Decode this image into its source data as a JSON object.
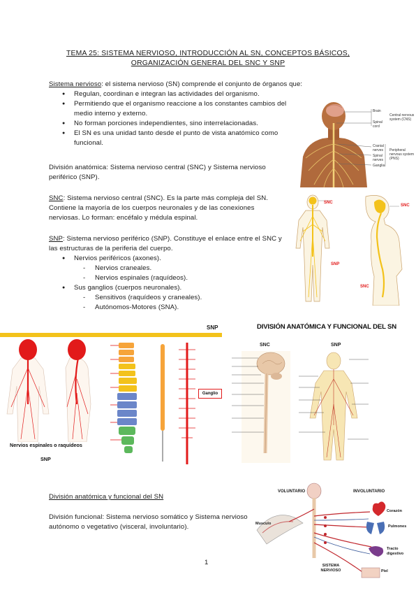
{
  "header": {
    "title_line1": "TEMA 25: SISTEMA NERVIOSO, INTRODUCCIÓN AL SN, CONCEPTOS BÁSICOS,",
    "title_line2": "ORGANIZACIÓN GENERAL DEL SNC Y SNP"
  },
  "section1": {
    "term": "Sistema nervioso",
    "intro": ": el sistema nervioso (SN) comprende el conjunto de órganos que:",
    "bullets": [
      "Regulan, coordinan e integran las actividades del organismo.",
      "Permitiendo que el organismo reaccione a los constantes cambios del medio interno y externo.",
      "No forman porciones independientes, sino interrelacionadas.",
      "El SN es una unidad tanto desde el punto de vista anatómico como funcional."
    ]
  },
  "division": {
    "text": "División anatómica: Sistema nervioso central (SNC) y Sistema nervioso periférico (SNP)."
  },
  "snc": {
    "term": "SNC",
    "text": ": Sistema nervioso central (SNC). Es la parte más compleja del SN. Contiene la mayoría de los cuerpos neuronales y de las conexiones nerviosas. Lo forman: encéfalo y médula espinal."
  },
  "snp": {
    "term": "SNP",
    "text": ": Sistema nervioso periférico (SNP). Constituye el enlace entre el SNC y las estructuras de la periferia del cuerpo.",
    "items": [
      {
        "label": "Nervios periféricos (axones).",
        "sub": [
          "Nervios craneales.",
          "Nervios espinales (raquídeos)."
        ]
      },
      {
        "label": "Sus ganglios (cuerpos neuronales).",
        "sub": [
          "Sensitivos (raquídeos y craneales).",
          "Autónomos-Motores (SNA)."
        ]
      }
    ]
  },
  "fig_body": {
    "labels": [
      "Brain",
      "Spinal cord",
      "Cranial nerves",
      "Spinal nerves",
      "Ganglia",
      "Central nervous system (CNS)",
      "Peripheral nervous system (PNS)"
    ]
  },
  "fig_snc": {
    "label_top": "SNC",
    "label_side": "SNC",
    "label_bottom": "SNP",
    "label_profile": "SNC"
  },
  "banner": {
    "snp_label": "SNP",
    "spinal_caption": "Nervios espinales o raquídeos",
    "snp_caption": "SNP",
    "ganglio": "Ganglio",
    "right_title": "DIVISIÓN ANATÓMICA Y FUNCIONAL DEL SN",
    "snc": "SNC",
    "snp": "SNP"
  },
  "section2": {
    "heading": "División anatómica y funcional del SN",
    "text": "División funcional: Sistema nervioso somático y Sistema nervioso autónomo o vegetativo (visceral, involuntario)."
  },
  "fig_func": {
    "voluntario": "VOLUNTARIO",
    "involuntario": "INVOLUNTARIO",
    "musculo": "Musculo",
    "corazon": "Corazón",
    "pulmones": "Pulmones",
    "tracto": "Tracto digestivo",
    "piel": "Piel",
    "sistema": "SISTEMA NERVIOSO"
  },
  "page_number": "1",
  "colors": {
    "accent_yellow": "#f3c21b",
    "nerve_red": "#e21a1a",
    "skin": "#f2d9a6"
  }
}
